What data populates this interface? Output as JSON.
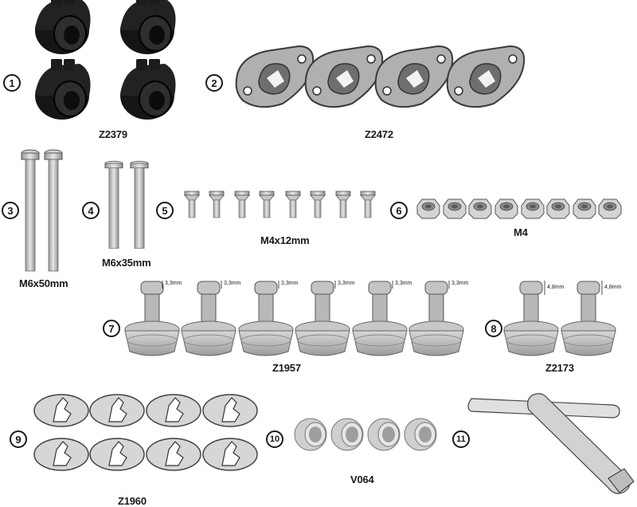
{
  "items": [
    {
      "number": "1",
      "label": "Z2379"
    },
    {
      "number": "2",
      "label": "Z2472"
    },
    {
      "number": "3",
      "label": "M6x50mm"
    },
    {
      "number": "4",
      "label": "M6x35mm"
    },
    {
      "number": "5",
      "label": "M4x12mm"
    },
    {
      "number": "6",
      "label": "M4"
    },
    {
      "number": "7",
      "label": "Z1957",
      "dimension": "3,3mm"
    },
    {
      "number": "8",
      "label": "Z2173",
      "dimension": "4,8mm"
    },
    {
      "number": "9",
      "label": "Z1960"
    },
    {
      "number": "10",
      "label": "V064"
    },
    {
      "number": "11",
      "label": ""
    }
  ],
  "colors": {
    "ink": "#1a1a1a",
    "part_gray": "#bdbdbd",
    "part_dark": "#111111"
  }
}
